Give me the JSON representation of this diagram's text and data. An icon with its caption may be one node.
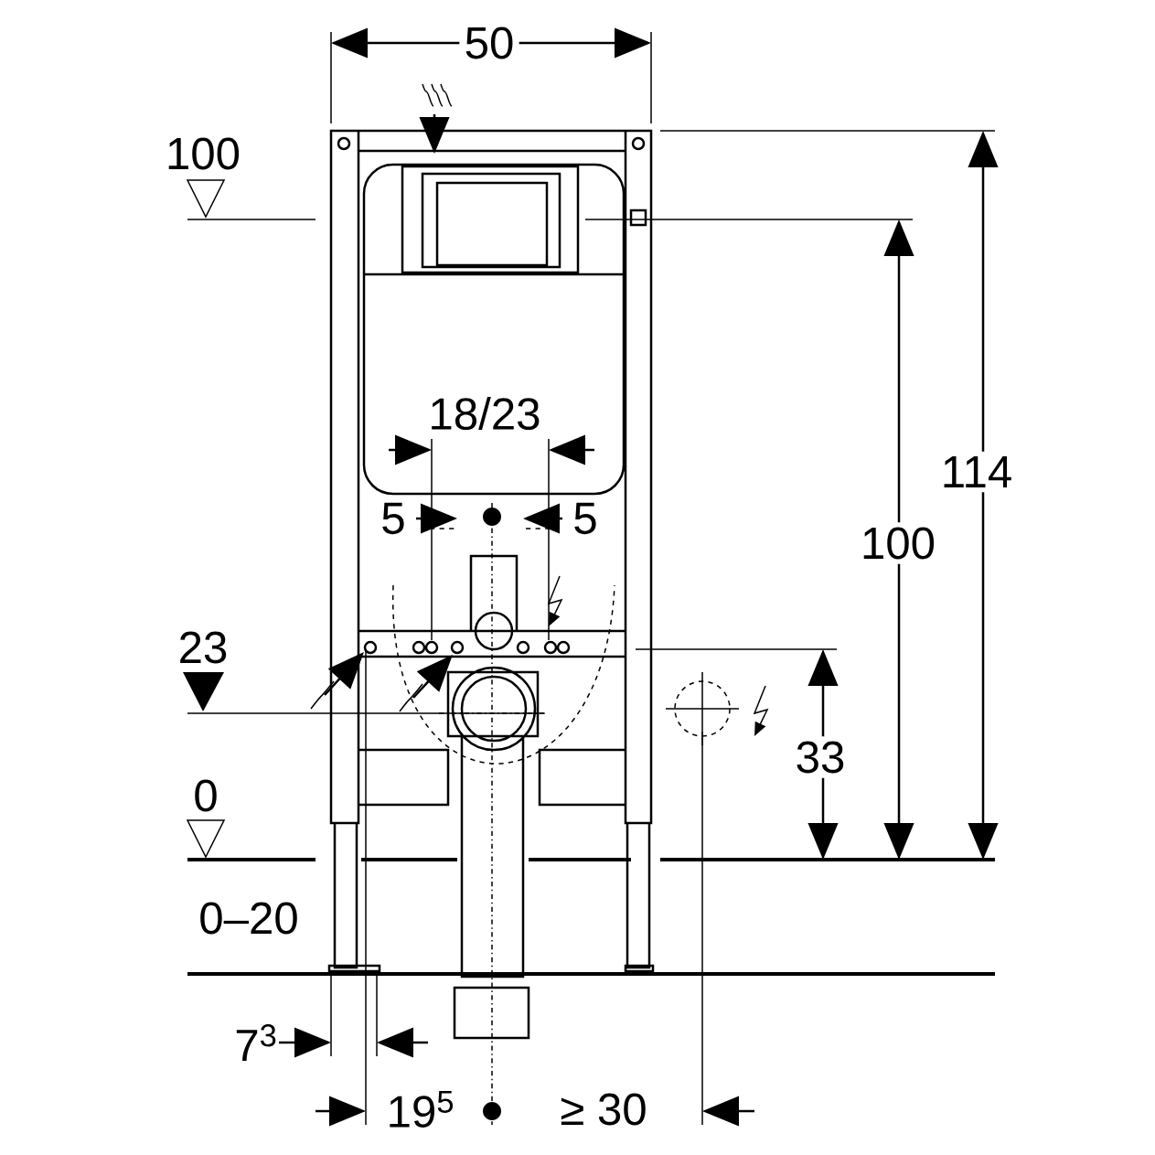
{
  "diagram": {
    "labels": [
      "50",
      "100",
      "18/23",
      "5",
      "5",
      "114",
      "100",
      "23",
      "33",
      "0",
      "0–20",
      "7$^{3}$",
      "19$^{5}$",
      "≥ 30"
    ]
  }
}
